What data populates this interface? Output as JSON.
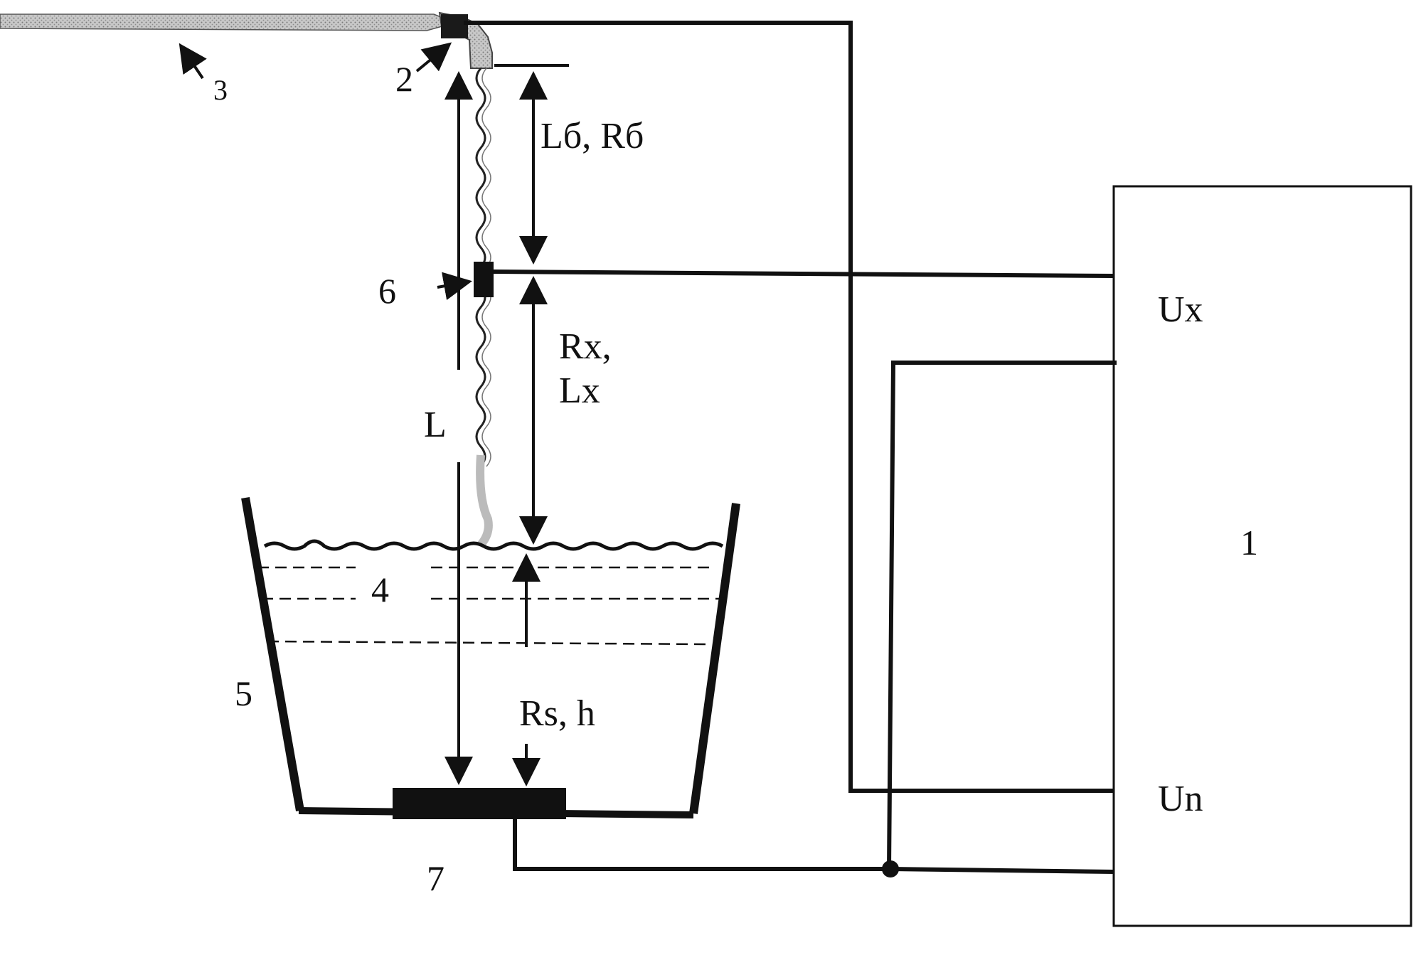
{
  "labels": {
    "device": "1",
    "electrode": "2",
    "rod": "3",
    "liquid": "4",
    "vessel": "5",
    "probe": "6",
    "bottom_electrode": "7"
  },
  "quantities": {
    "upper_segment": "Lб, Rб",
    "lower_segment_r": "Rx,",
    "lower_segment_l": "Lx",
    "total_length": "L",
    "liquid_depth": "Rs, h"
  },
  "terminals": {
    "ux": "Ux",
    "un": "Un"
  }
}
